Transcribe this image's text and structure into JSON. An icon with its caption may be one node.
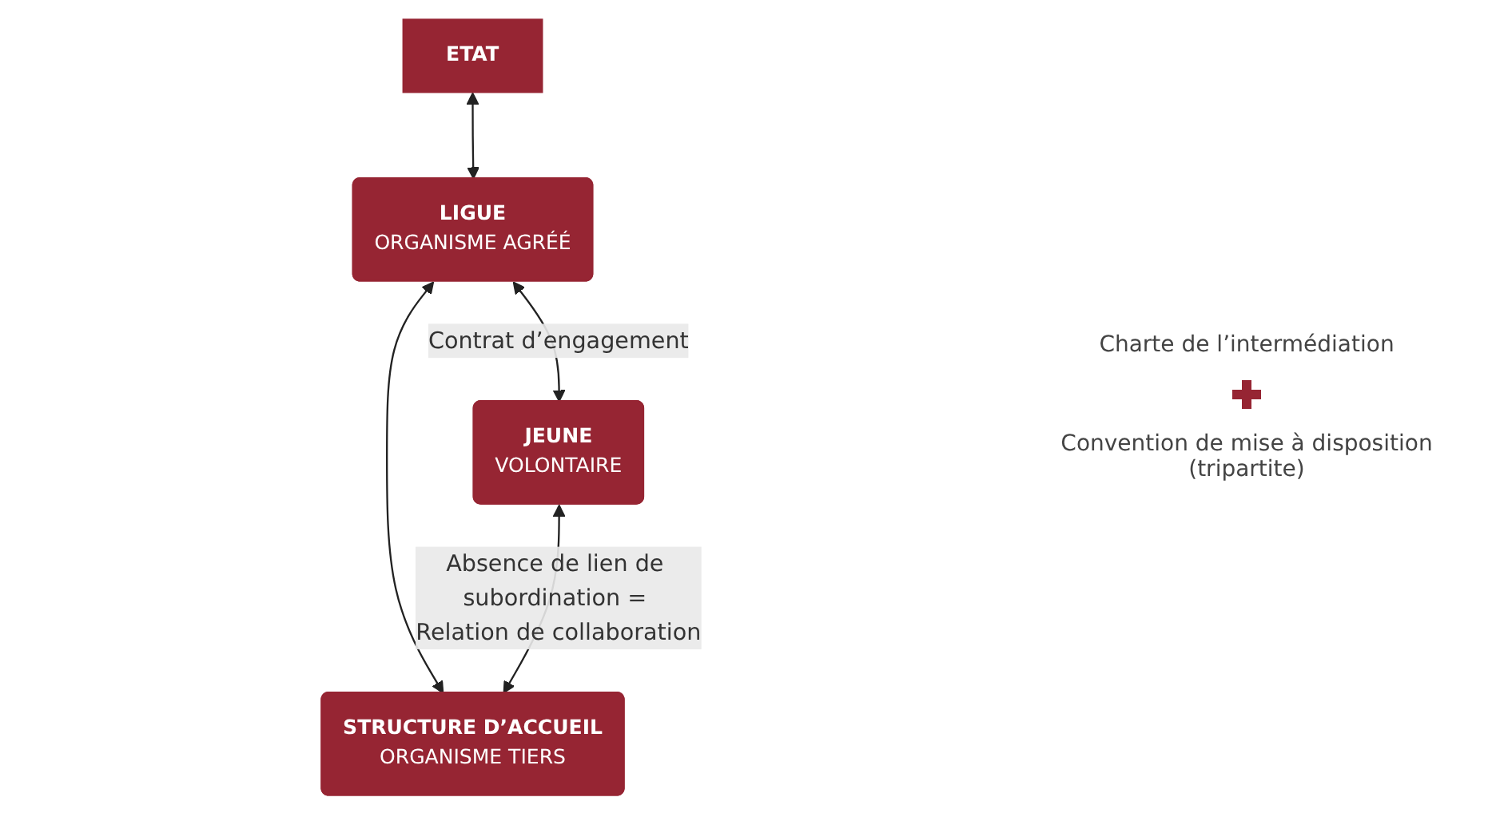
{
  "diagram": {
    "nodes": [
      {
        "text": [
          "ETAT"
        ]
      },
      {
        "text": [
          "LIGUE",
          "ORGANISME AGRÉÉ"
        ]
      },
      {
        "text": [
          "JEUNE",
          "VOLONTAIRE"
        ]
      },
      {
        "text": [
          "STRUCTURE D’ACCUEIL",
          "ORGANISME TIERS"
        ]
      }
    ],
    "edges": [
      {
        "from": 0,
        "to": 1,
        "arrow": "both"
      },
      {
        "from": 1,
        "to": 2,
        "arrow": "both",
        "label": "Contrat d’engagement"
      },
      {
        "from": 1,
        "to": 3,
        "arrow": "both"
      },
      {
        "from": 2,
        "to": 3,
        "arrow": "both",
        "label": "Absence de lien de subordination = Relation de collaboration"
      }
    ],
    "labels": [
      "Charte de l’intermédiation",
      "Convention de mise à disposition (tripartite)"
    ]
  }
}
